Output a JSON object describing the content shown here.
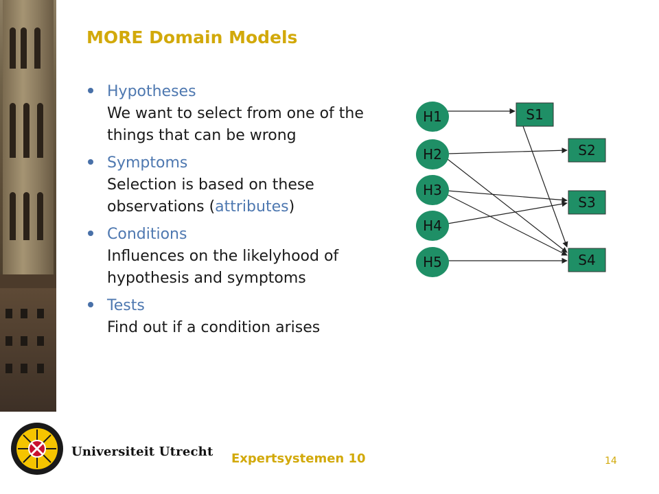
{
  "slide": {
    "title": "MORE Domain Models",
    "bullets": [
      {
        "heading": "Hypotheses",
        "text": "We want to select from one of the things that can be wrong"
      },
      {
        "heading": "Symptoms",
        "text_before": "Selection is based on these observations (",
        "text_highlight": "attributes",
        "text_after": ")"
      },
      {
        "heading": "Conditions",
        "text": "Influences on the likelyhood of hypothesis and symptoms"
      },
      {
        "heading": "Tests",
        "text": "Find out if a condition arises"
      }
    ],
    "diagram": {
      "hypotheses": [
        "H1",
        "H2",
        "H3",
        "H4",
        "H5"
      ],
      "symptoms": [
        "S1",
        "S2",
        "S3",
        "S4"
      ],
      "edges": [
        [
          "H1",
          "S1"
        ],
        [
          "S1",
          "S4"
        ],
        [
          "H2",
          "S2"
        ],
        [
          "H2",
          "S4"
        ],
        [
          "H3",
          "S3"
        ],
        [
          "H3",
          "S4"
        ],
        [
          "H4",
          "S3"
        ],
        [
          "H5",
          "S4"
        ]
      ]
    },
    "university": "Universiteit Utrecht",
    "footer": "Expertsystemen 10",
    "page_number": "14",
    "colors": {
      "title": "#d2a90a",
      "accent": "#4e78b0",
      "node": "#1f8f66"
    }
  }
}
